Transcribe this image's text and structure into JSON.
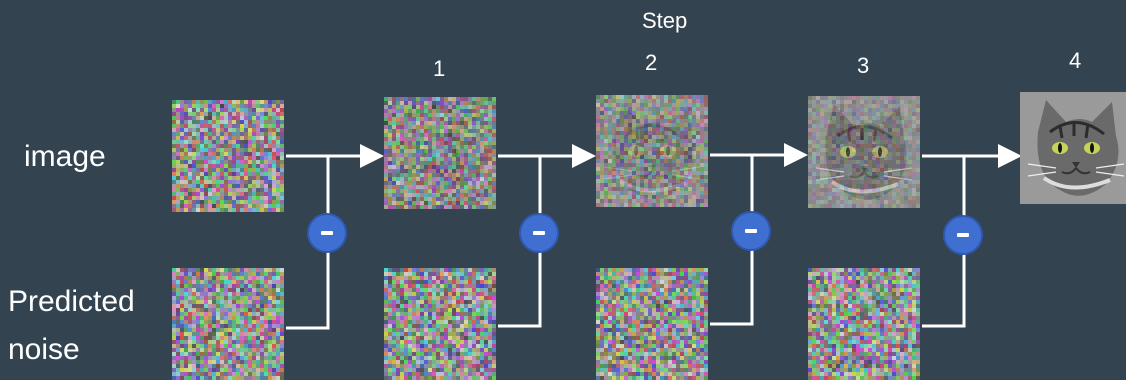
{
  "title": "Step",
  "steps": [
    "1",
    "2",
    "3",
    "4"
  ],
  "row_labels": {
    "image": "image",
    "noise": "Predicted noise"
  },
  "operator_symbol": "−",
  "colors": {
    "background": "#334450",
    "minus_button": "#3f6fd0",
    "wire": "#ffffff"
  },
  "image_tiles": [
    {
      "content": "noise"
    },
    {
      "content": "cat",
      "noise_level": 0.75
    },
    {
      "content": "cat",
      "noise_level": 0.5
    },
    {
      "content": "cat",
      "noise_level": 0.25
    },
    {
      "content": "cat",
      "noise_level": 0.0
    }
  ],
  "noise_tiles": 4
}
